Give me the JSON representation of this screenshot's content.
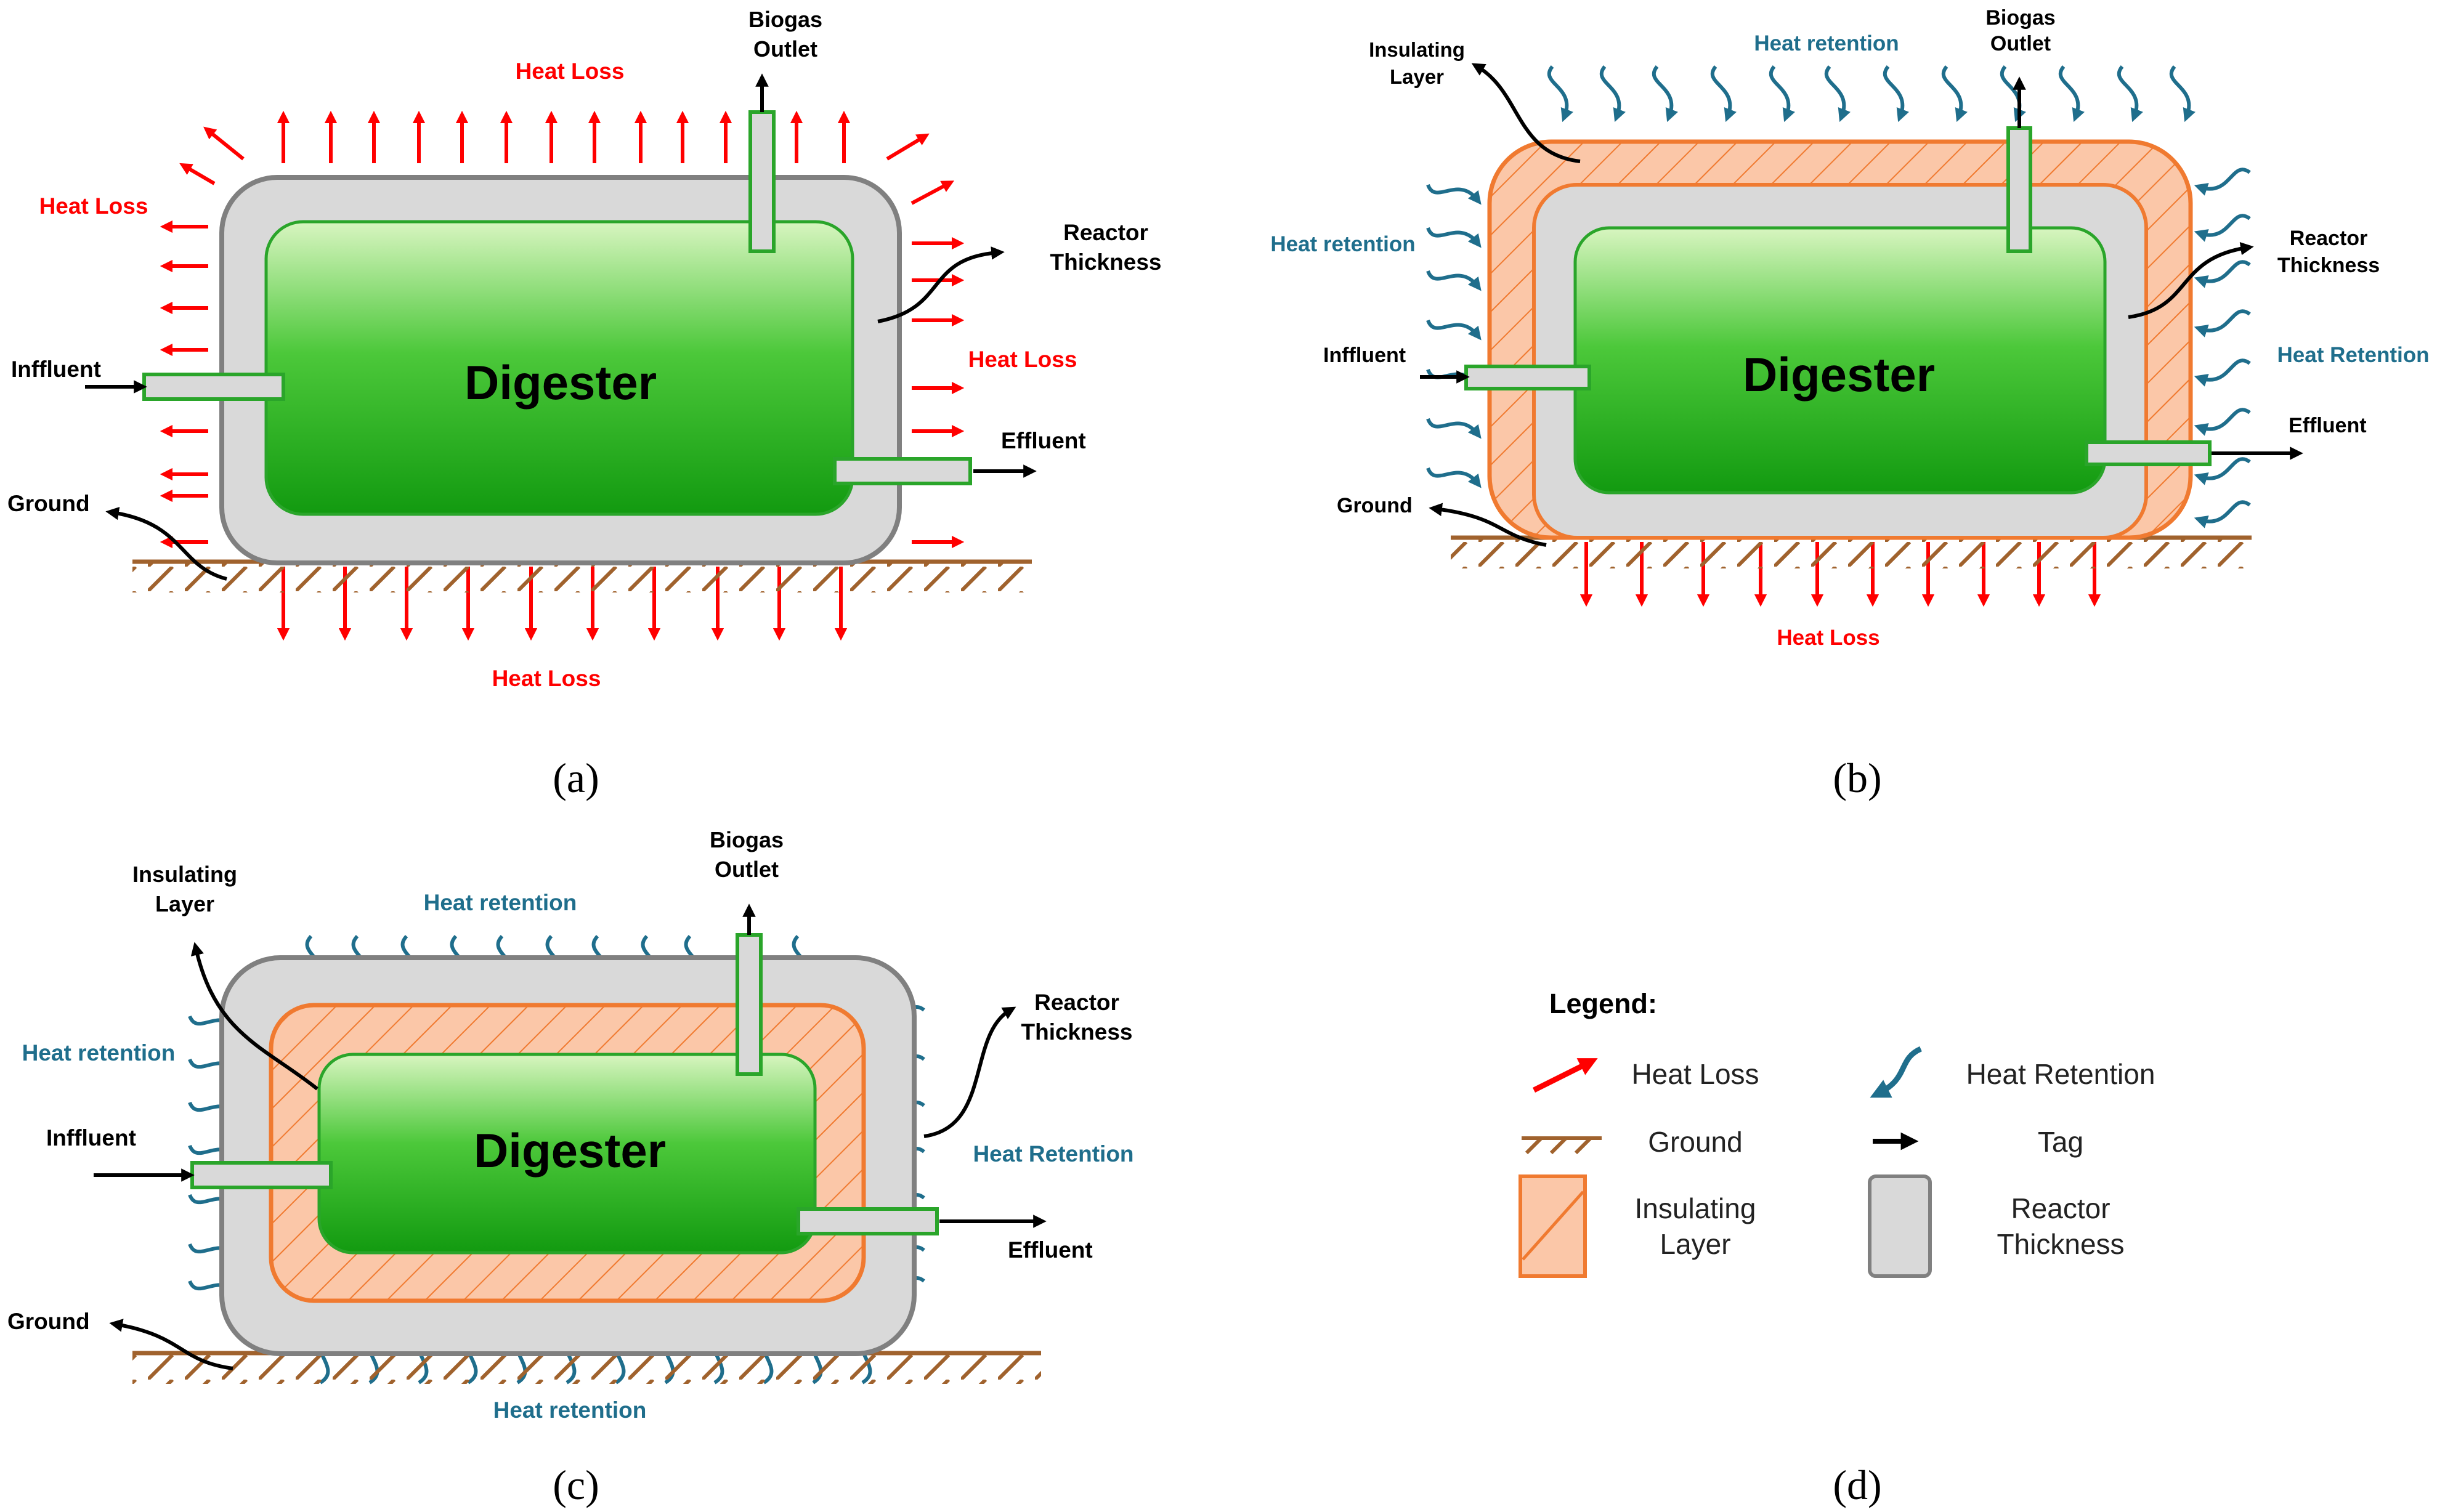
{
  "colors": {
    "heat_loss": "#ff0000",
    "heat_retention": "#1f6e8c",
    "tag": "#000000",
    "ground": "#a0622d",
    "insulating_fill": "#fbc7a8",
    "insulating_stroke": "#f07a30",
    "reactor_fill": "#d9d9d9",
    "reactor_stroke": "#808080",
    "digester_top": "#d8f5c0",
    "digester_bottom": "#129a10",
    "pipe_stroke": "#2aa52a"
  },
  "panels": {
    "a": {
      "caption": "(a)",
      "digester": "Digester",
      "heat_loss_top": "Heat Loss",
      "heat_loss_left": "Heat Loss",
      "heat_loss_right": "Heat Loss",
      "heat_loss_bottom": "Heat Loss",
      "biogas_1": "Biogas",
      "biogas_2": "Outlet",
      "reactor_1": "Reactor",
      "reactor_2": "Thickness",
      "influent": "Inffluent",
      "effluent": "Effluent",
      "ground": "Ground"
    },
    "b": {
      "caption": "(b)",
      "digester": "Digester",
      "insulating_1": "Insulating",
      "insulating_2": "Layer",
      "heat_retention_top": "Heat retention",
      "heat_retention_left": "Heat retention",
      "heat_retention_right": "Heat Retention",
      "heat_loss_bottom": "Heat Loss",
      "biogas_1": "Biogas",
      "biogas_2": "Outlet",
      "reactor_1": "Reactor",
      "reactor_2": "Thickness",
      "influent": "Inffluent",
      "effluent": "Effluent",
      "ground": "Ground"
    },
    "c": {
      "caption": "(c)",
      "digester": "Digester",
      "insulating_1": "Insulating",
      "insulating_2": "Layer",
      "heat_retention_top": "Heat retention",
      "heat_retention_left": "Heat retention",
      "heat_retention_right": "Heat Retention",
      "heat_retention_bottom": "Heat retention",
      "biogas_1": "Biogas",
      "biogas_2": "Outlet",
      "reactor_1": "Reactor",
      "reactor_2": "Thickness",
      "influent": "Inffluent",
      "effluent": "Effluent",
      "ground": "Ground"
    },
    "d": {
      "caption": "(d)",
      "legend_title": "Legend:",
      "heat_loss": "Heat  Loss",
      "heat_retention": "Heat  Retention",
      "ground": "Ground",
      "tag": "Tag",
      "insulating_1": "Insulating",
      "insulating_2": "Layer",
      "reactor_1": "Reactor",
      "reactor_2": "Thickness"
    }
  }
}
